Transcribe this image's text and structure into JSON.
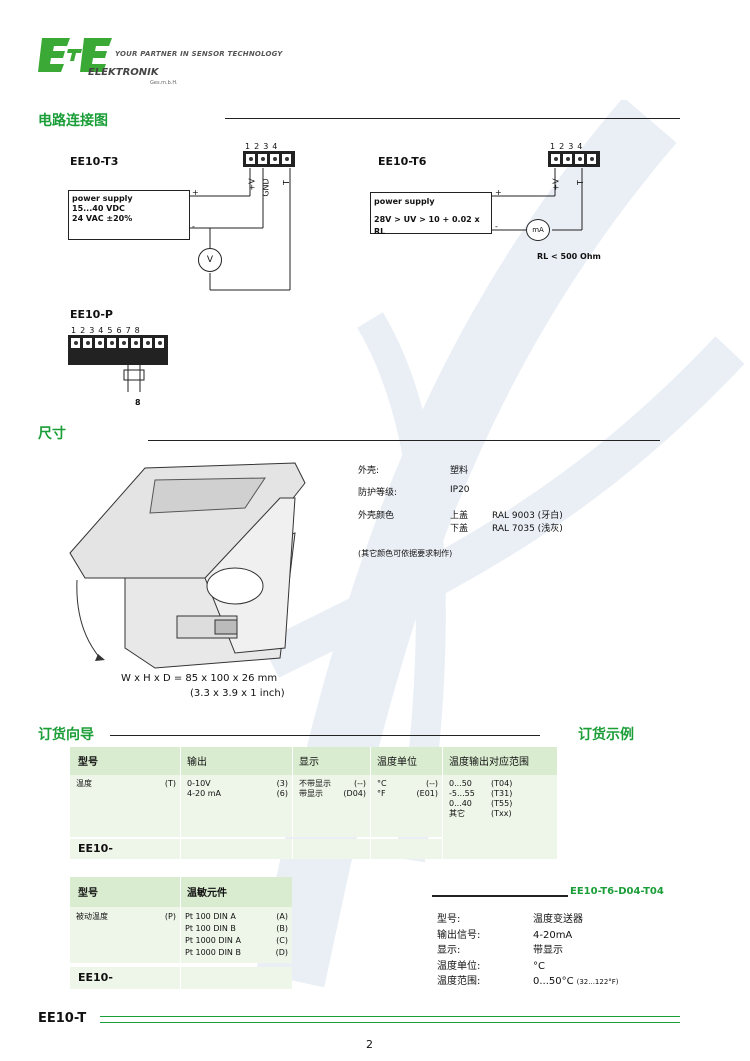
{
  "header": {
    "logo_text": "E+E",
    "tagline": "YOUR PARTNER IN SENSOR TECHNOLOGY",
    "company": "ELEKTRONIK",
    "company_sub": "Ges.m.b.H.",
    "brand_color": "#1b9e38"
  },
  "wiring": {
    "section_title": "电路连接图",
    "t3": {
      "title": "EE10-T3",
      "terminal_numbers": [
        "1",
        "2",
        "3",
        "4"
      ],
      "terminal_labels": [
        "+V",
        "GND",
        "T"
      ],
      "supply_lines": [
        "power supply",
        "15...40 VDC",
        "24 VAC ±20%"
      ],
      "plus": "+",
      "minus": "-",
      "meter": "V"
    },
    "t6": {
      "title": "EE10-T6",
      "terminal_numbers": [
        "1",
        "2",
        "3",
        "4"
      ],
      "terminal_labels": [
        "+V",
        "T"
      ],
      "supply_line1": "power supply",
      "supply_formula": "28V > UV > 10 + 0.02 x RL",
      "plus": "+",
      "minus": "-",
      "meter": "mA",
      "rl_note": "RL < 500 Ohm"
    },
    "p": {
      "title": "EE10-P",
      "terminal_numbers": [
        "1",
        "2",
        "3",
        "4",
        "5",
        "6",
        "7",
        "8"
      ],
      "sensor_mark": "8"
    }
  },
  "dimensions": {
    "section_title": "尺寸",
    "specs": [
      {
        "label": "外壳:",
        "value": "塑料"
      },
      {
        "label": "防护等级:",
        "value": "IP20"
      }
    ],
    "color_label": "外壳颜色",
    "colors": [
      {
        "part": "上盖",
        "value": "RAL 9003 (牙白)"
      },
      {
        "part": "下盖",
        "value": "RAL 7035 (浅灰)"
      }
    ],
    "note": "(其它颜色可依据要求制作)",
    "size_line1": "W x H x D =  85 x 100 x 26 mm",
    "size_line2": "(3.3 x 3.9 x 1 inch)"
  },
  "ordering": {
    "section_title": "订货向导",
    "example_title": "订货示例",
    "table1": {
      "headers": [
        "型号",
        "输出",
        "显示",
        "温度单位",
        "温度输出对应范围"
      ],
      "model_rows": [
        {
          "name": "温度",
          "code": "(T)"
        }
      ],
      "outputs": [
        {
          "name": "0-10V",
          "code": "(3)"
        },
        {
          "name": "4-20 mA",
          "code": "(6)"
        }
      ],
      "displays": [
        {
          "name": "不带显示",
          "code": "(--)"
        },
        {
          "name": "带显示",
          "code": "(D04)"
        }
      ],
      "units": [
        {
          "name": "°C",
          "code": "(--)"
        },
        {
          "name": "°F",
          "code": "(E01)"
        }
      ],
      "ranges": [
        {
          "name": "0...50",
          "code": "(T04)"
        },
        {
          "name": "-5...55",
          "code": "(T31)"
        },
        {
          "name": "0...40",
          "code": "(T55)"
        },
        {
          "name": "其它",
          "code": "(Txx)"
        }
      ],
      "footer": "EE10-"
    },
    "table2": {
      "headers": [
        "型号",
        "温敏元件"
      ],
      "model_rows": [
        {
          "name": "被动温度",
          "code": "(P)"
        }
      ],
      "elements": [
        {
          "name": "Pt 100 DIN A",
          "code": "(A)"
        },
        {
          "name": "Pt 100 DIN B",
          "code": "(B)"
        },
        {
          "name": "Pt 1000 DIN A",
          "code": "(C)"
        },
        {
          "name": "Pt 1000 DIN B",
          "code": "(D)"
        }
      ],
      "footer": "EE10-"
    },
    "example": {
      "code": "EE10-T6-D04-T04",
      "rows": [
        {
          "label": "型号:",
          "value": "温度变送器"
        },
        {
          "label": "输出信号:",
          "value": "4-20mA"
        },
        {
          "label": "显示:",
          "value": "带显示"
        },
        {
          "label": "温度单位:",
          "value": "°C"
        },
        {
          "label": "温度范围:",
          "value": "0...50°C",
          "extra": "(32...122°F)"
        }
      ]
    }
  },
  "footer": {
    "product": "EE10-T",
    "page_number": "2"
  }
}
